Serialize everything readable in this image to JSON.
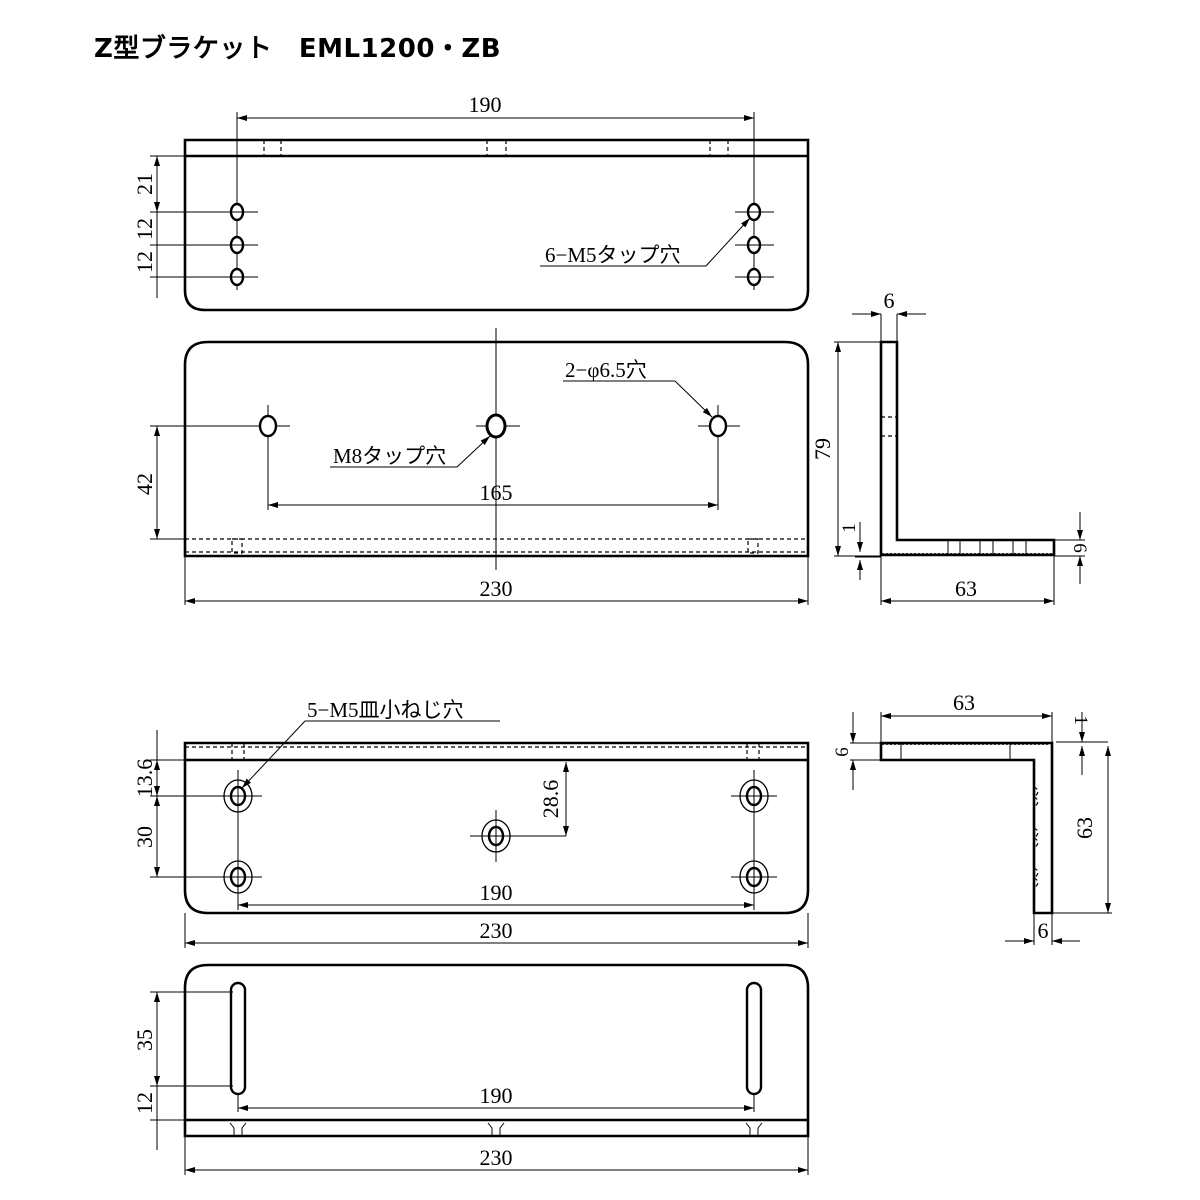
{
  "title": "Z型ブラケット　EML1200・ZB",
  "views": {
    "top_plate": {
      "dim_hole_spacing": "190",
      "dim_edge_to_hole": "21",
      "dim_pitch_1": "12",
      "dim_pitch_2": "12",
      "note": "6−M5タップ穴"
    },
    "front_plate": {
      "dim_hole_height": "42",
      "dim_hole_spacing": "165",
      "dim_width": "230",
      "note_center": "M8タップ穴",
      "note_side": "2−φ6.5穴"
    },
    "side_profile_upper": {
      "dim_thickness_top": "6",
      "dim_height": "79",
      "dim_offset": "1",
      "dim_flange_thickness": "6",
      "dim_flange_length": "63"
    },
    "lower_plate": {
      "note": "5−M5皿小ねじ穴",
      "dim_edge_to_hole": "13.6",
      "dim_pitch": "30",
      "dim_center_hole": "28.6",
      "dim_hole_spacing": "190",
      "dim_width": "230"
    },
    "side_profile_lower": {
      "dim_flange_length": "63",
      "dim_offset": "1",
      "dim_flange_thickness": "6",
      "dim_height": "63",
      "dim_thickness_bottom": "6"
    },
    "bottom_plate": {
      "dim_slot_length": "35",
      "dim_slot_offset": "12",
      "dim_slot_spacing": "190",
      "dim_width": "230"
    }
  }
}
